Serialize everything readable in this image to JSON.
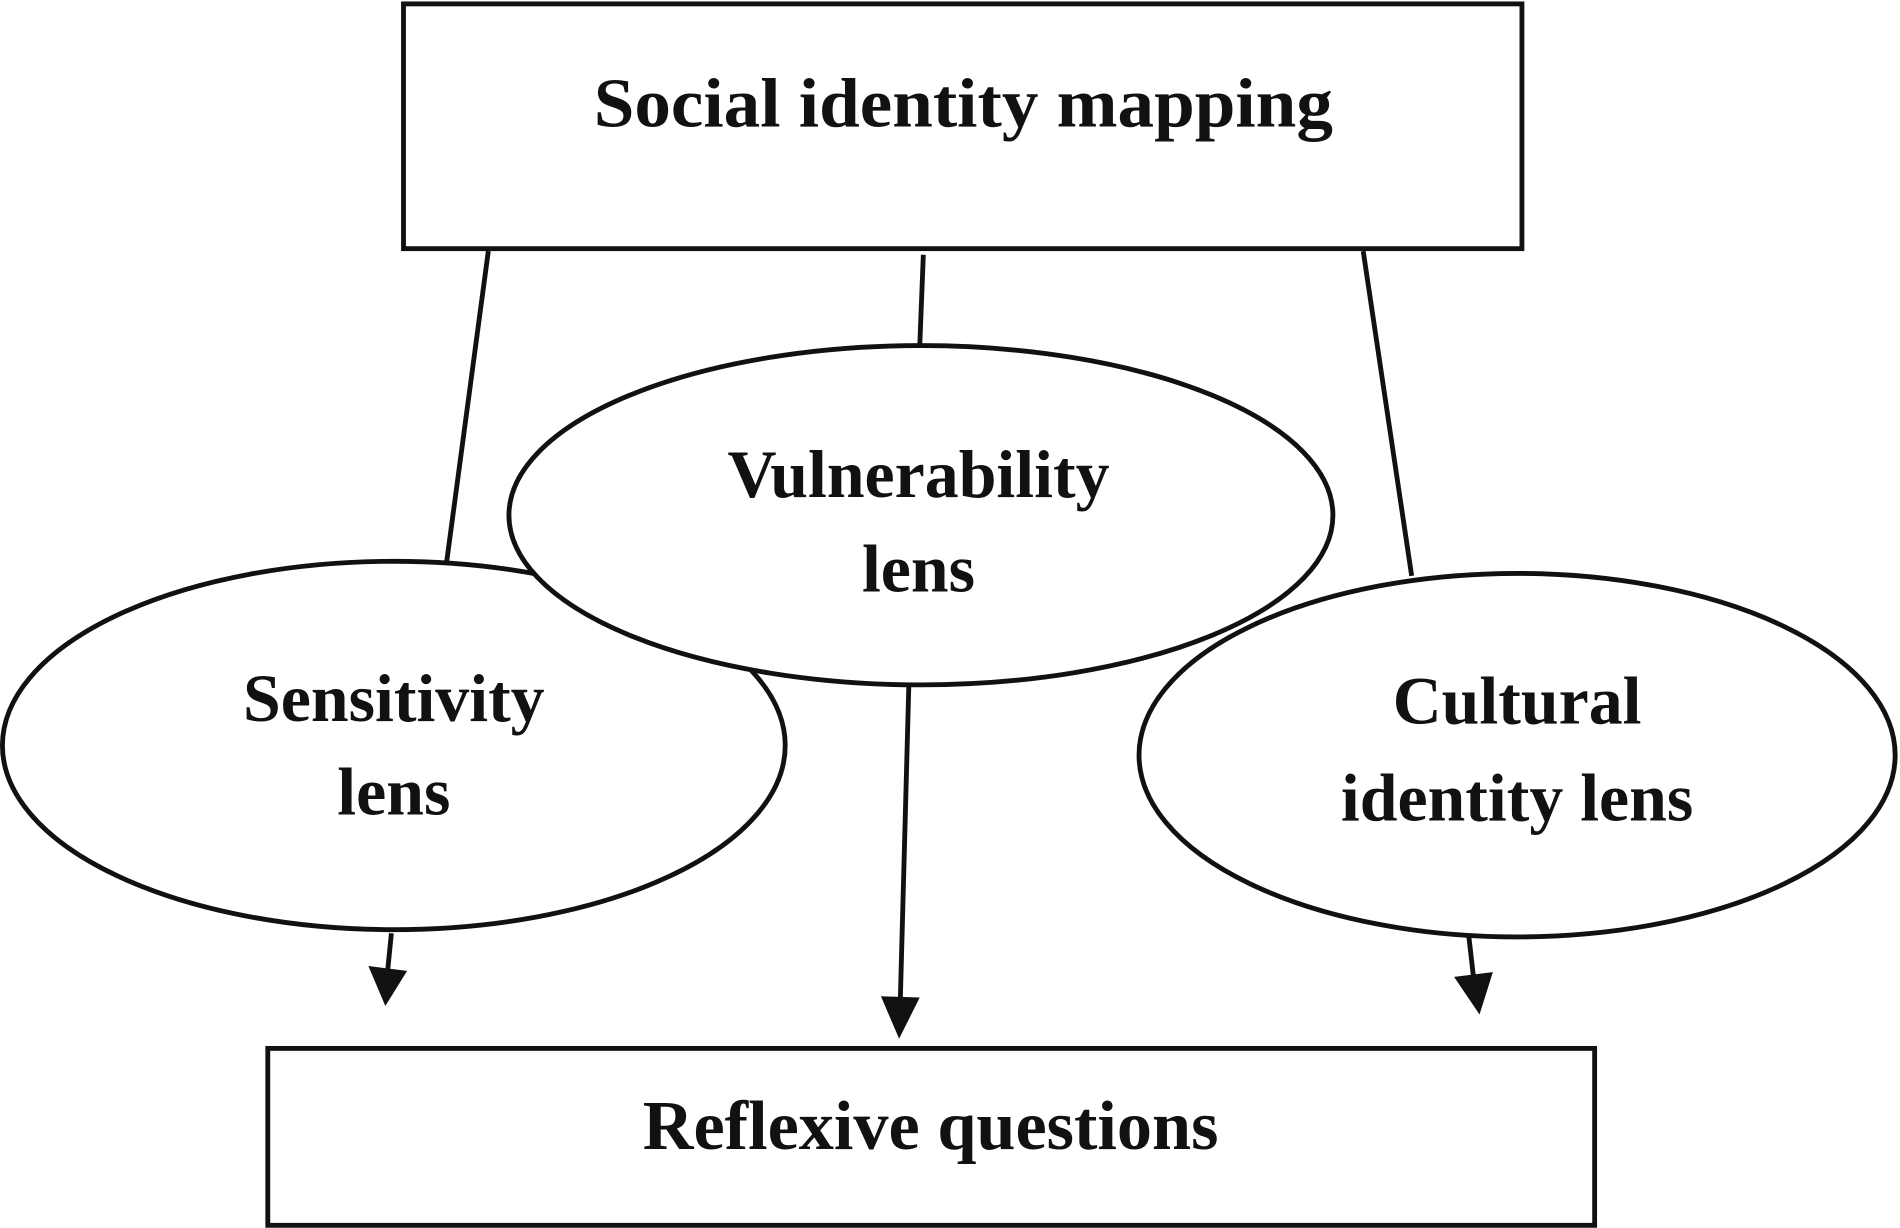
{
  "nodes": {
    "top": "Social identity mapping",
    "vulnerability": [
      "Vulnerability",
      "lens"
    ],
    "sensitivity": [
      "Sensitivity",
      "lens"
    ],
    "cultural": [
      "Cultural",
      "identity lens"
    ],
    "bottom": "Reflexive questions"
  }
}
